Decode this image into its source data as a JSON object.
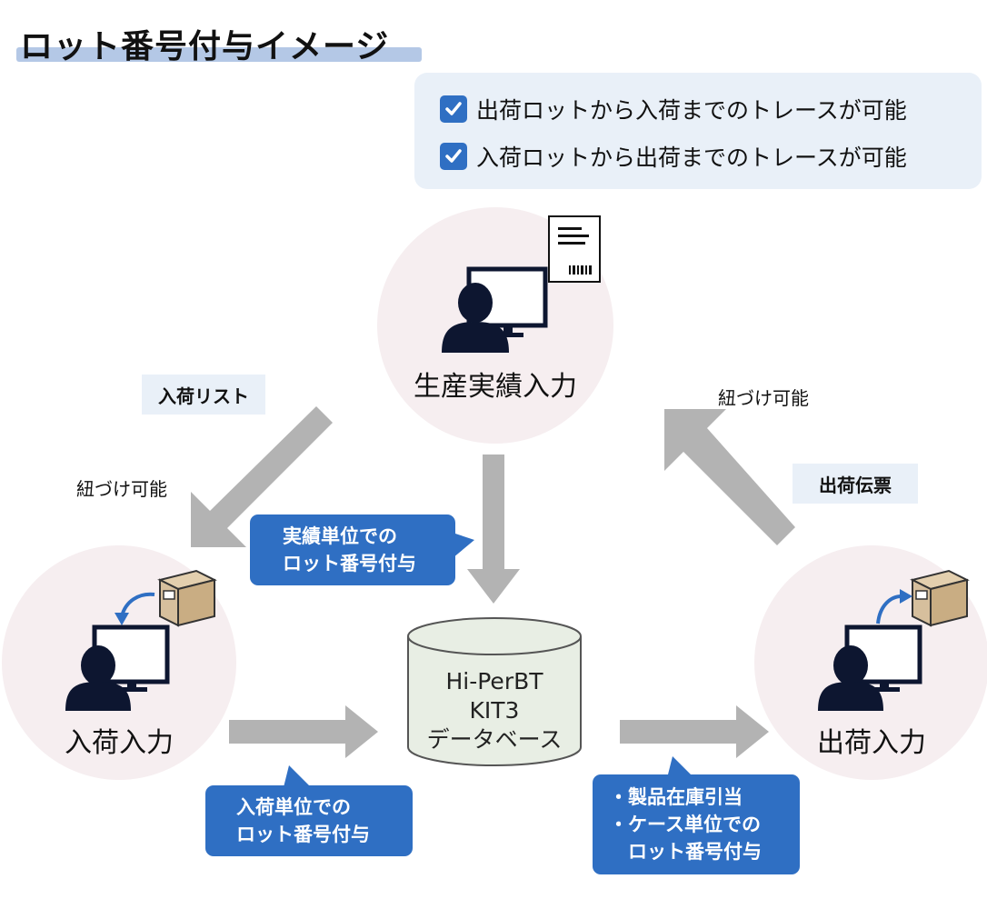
{
  "title": "ロット番号付与イメージ",
  "checklist": [
    "出荷ロットから入荷までのトレースが可能",
    "入荷ロットから出荷までのトレースが可能"
  ],
  "nodes": {
    "production": "生産実績入力",
    "receiving": "入荷入力",
    "shipping": "出荷入力"
  },
  "database": {
    "line1": "Hi-PerBT",
    "line2": "KIT3",
    "line3": "データベース"
  },
  "tags": {
    "receiving_list": "入荷リスト",
    "shipping_slip": "出荷伝票"
  },
  "labels": {
    "link_left": "紐づけ可能",
    "link_right": "紐づけ可能"
  },
  "bubbles": {
    "production": [
      "実績単位での",
      "ロット番号付与"
    ],
    "receiving": [
      "入荷単位での",
      "ロット番号付与"
    ],
    "shipping": [
      "・製品在庫引当",
      "・ケース単位での",
      "　ロット番号付与"
    ]
  },
  "colors": {
    "accent_blue": "#2f6fc3",
    "title_underline": "#b4c8e6",
    "panel_bg": "#e9f0f8",
    "circle_bg": "#f6eef0",
    "arrow_gray": "#b3b3b3",
    "person_navy": "#0d1630",
    "box_tan": "#d6bf9d"
  }
}
